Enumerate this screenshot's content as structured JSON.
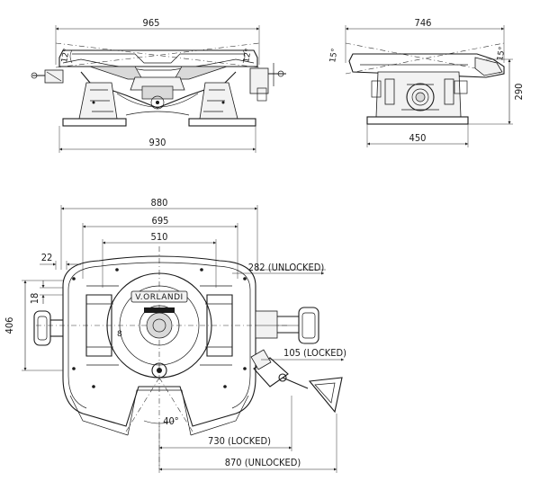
{
  "dimensions": {
    "top_width": "965",
    "base_width": "930",
    "tilt_left": "12°",
    "tilt_right": "12°",
    "side_width": "746",
    "side_height": "290",
    "side_base": "450",
    "side_tilt_left": "15°",
    "side_tilt_right": "15°",
    "plan_880": "880",
    "plan_695": "695",
    "plan_510": "510",
    "plan_22": "22",
    "plan_18": "18",
    "plan_406": "406",
    "unlocked_282": "282 (UNLOCKED)",
    "locked_105": "105 (LOCKED)",
    "angle_40": "40°",
    "locked_730": "730 (LOCKED)",
    "unlocked_870": "870 (UNLOCKED)",
    "dia_8": "8"
  },
  "brand": "V.ORLANDI"
}
